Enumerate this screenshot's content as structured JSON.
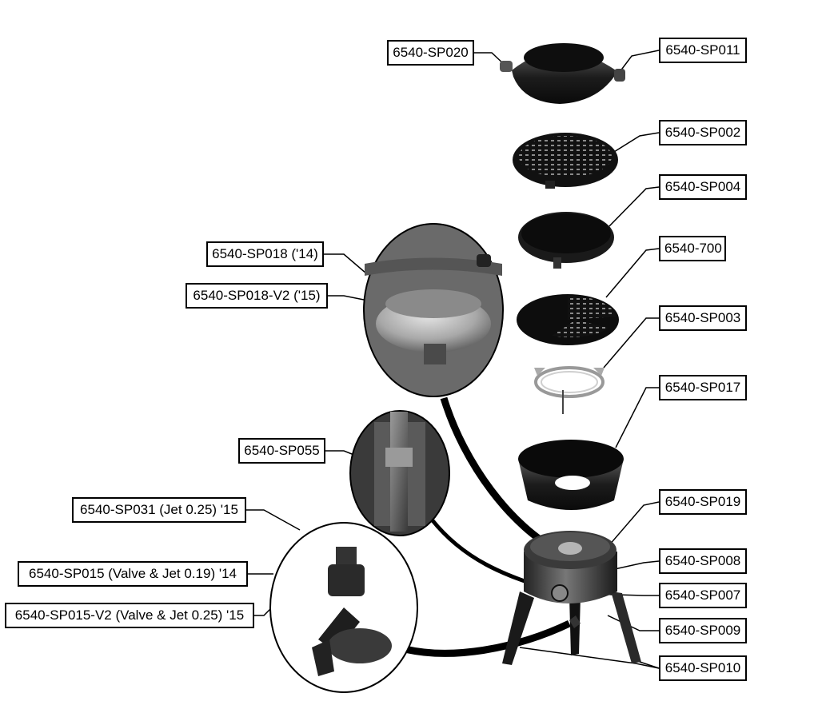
{
  "diagram": {
    "labels": {
      "sp020": "6540-SP020",
      "sp011": "6540-SP011",
      "sp002": "6540-SP002",
      "sp004": "6540-SP004",
      "p700": "6540-700",
      "sp003": "6540-SP003",
      "sp017": "6540-SP017",
      "sp019": "6540-SP019",
      "sp008": "6540-SP008",
      "sp007": "6540-SP007",
      "sp009": "6540-SP009",
      "sp010": "6540-SP010",
      "sp018": "6540-SP018 ('14)",
      "sp018v2": "6540-SP018-V2 ('15)",
      "sp055": "6540-SP055",
      "sp031": "6540-SP031 (Jet 0.25) '15",
      "sp015": "6540-SP015 (Valve & Jet 0.19) '14",
      "sp015v2": "6540-SP015-V2 (Valve & Jet 0.25) '15"
    },
    "colors": {
      "part_dark": "#1a1a1a",
      "part_mid": "#4a4a4a",
      "line": "#000000",
      "background": "#ffffff"
    }
  }
}
